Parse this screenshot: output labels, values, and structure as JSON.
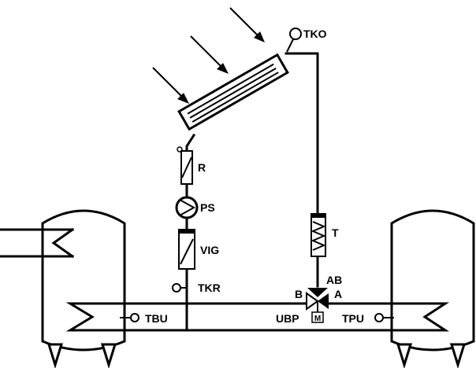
{
  "labels": {
    "collector_sensor": "TKO",
    "flow_regulator": "R",
    "pump": "PS",
    "flow_meter": "VIG",
    "return_sensor": "TKR",
    "tank_left_sensor": "TBU",
    "tank_right_sensor": "TPU",
    "heat_exchanger": "T",
    "valve_port_ab": "AB",
    "valve_port_b": "B",
    "valve_port_a": "A",
    "valve_name": "UBP",
    "motor": "M"
  }
}
